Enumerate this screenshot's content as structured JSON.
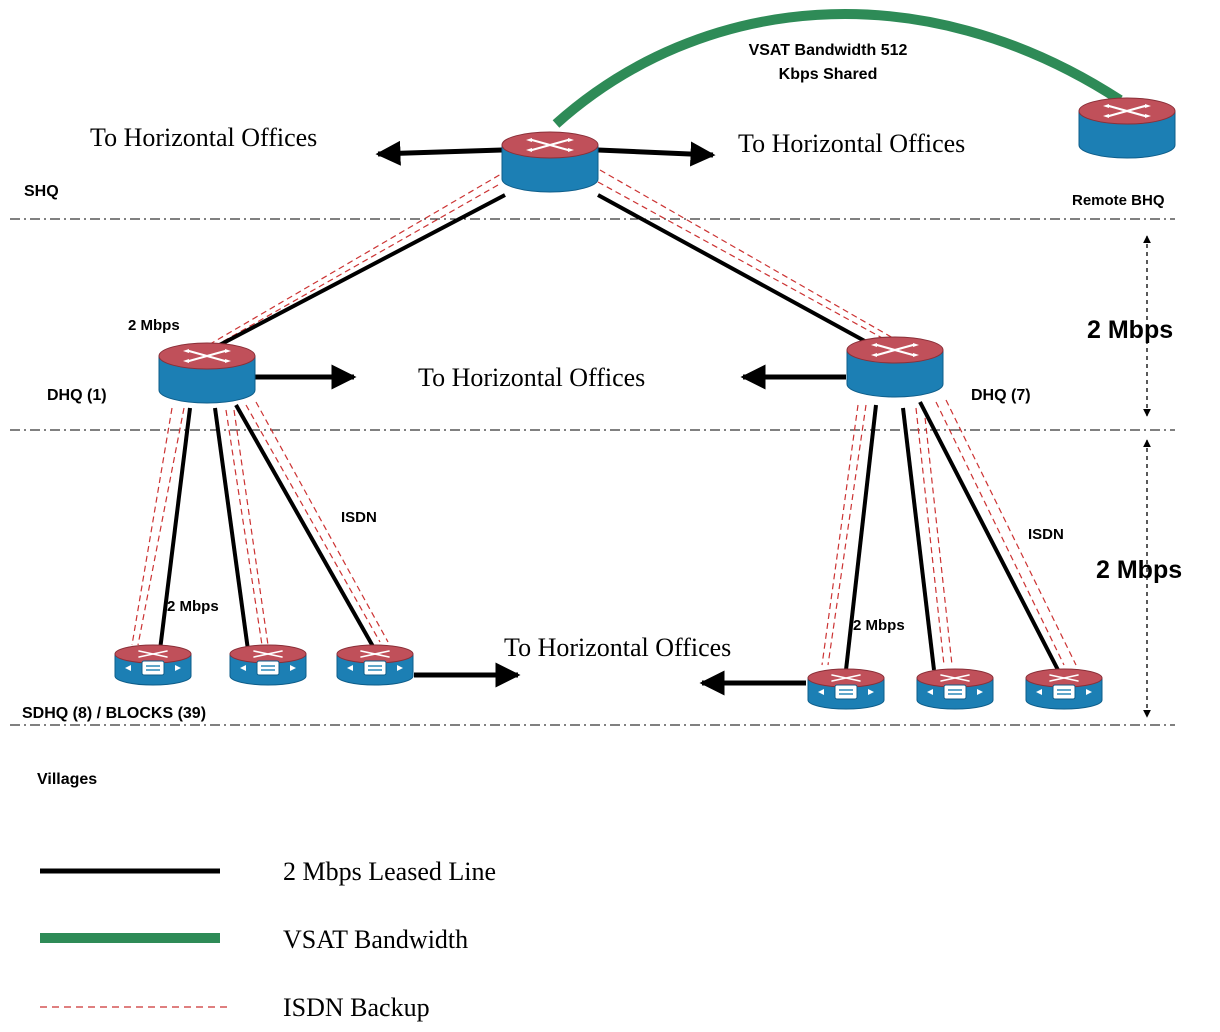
{
  "labels": {
    "vsat_title_1": "VSAT Bandwidth 512",
    "vsat_title_2": "Kbps Shared",
    "horizontal_top_left": "To Horizontal Offices",
    "horizontal_top_right": "To Horizontal Offices",
    "horizontal_mid": "To Horizontal Offices",
    "horizontal_bottom": "To Horizontal Offices",
    "shq": "SHQ",
    "remote_bhq": "Remote BHQ",
    "dhq_left_speed": "2 Mbps",
    "dhq_left": "DHQ (1)",
    "dhq_right": "DHQ (7)",
    "isdn_left": "ISDN",
    "isdn_right": "ISDN",
    "block_left_speed": "2 Mbps",
    "block_right_speed": "2 Mbps",
    "sdhq_blocks": "SDHQ (8) / BLOCKS (39)",
    "villages": "Villages",
    "scale_upper": "2 Mbps",
    "scale_lower": "2 Mbps"
  },
  "legend": [
    {
      "label": "2 Mbps Leased Line",
      "style": "leased",
      "color": "#000000"
    },
    {
      "label": "VSAT Bandwidth",
      "style": "vsat",
      "color": "#2e8b57"
    },
    {
      "label": "ISDN Backup",
      "style": "isdn",
      "color": "#cc3333"
    }
  ],
  "colors": {
    "router_top": "#c0505a",
    "router_body": "#1c7fb4",
    "leased_line": "#000000",
    "vsat_line": "#2e8b57",
    "isdn_line": "#cc3333",
    "divider": "#000000"
  }
}
